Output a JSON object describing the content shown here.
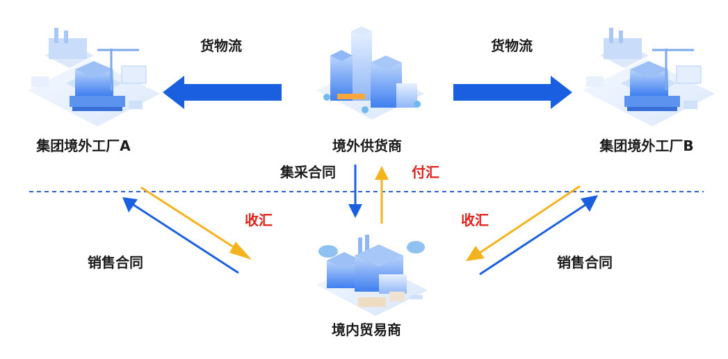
{
  "nodes": {
    "factory_a": "集团境外工厂A",
    "supplier": "境外供货商",
    "factory_b": "集团境外工厂B",
    "trader": "境内贸易商"
  },
  "flows": {
    "goods_left": "货物流",
    "goods_right": "货物流",
    "purchase_contract": "集采合同",
    "payment": "付汇",
    "receipt_left": "收汇",
    "receipt_right": "收汇",
    "sales_contract_left": "销售合同",
    "sales_contract_right": "销售合同"
  },
  "colors": {
    "blue": "#1a5fe0",
    "yellow": "#f4b21d",
    "red": "#e0201a",
    "divider": "#2a5fc8"
  }
}
